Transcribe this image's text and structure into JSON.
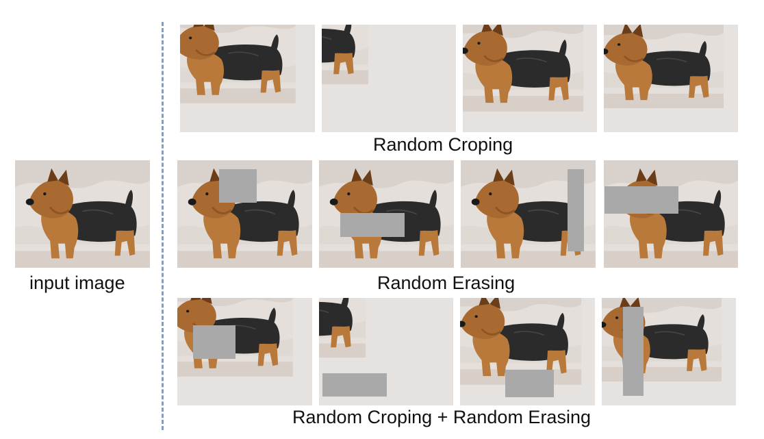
{
  "input": {
    "label": "input image"
  },
  "rows": {
    "cropping": {
      "label": "Random Croping"
    },
    "erasing": {
      "label": "Random Erasing"
    },
    "combined": {
      "label": "Random Croping + Random Erasing"
    }
  },
  "colors": {
    "erase_patch": "#a9a9a9",
    "divider": "#8a9bb8",
    "backdrop": "#e6e2df",
    "dog_tan": "#b8793a",
    "dog_black": "#2b2b2b"
  }
}
